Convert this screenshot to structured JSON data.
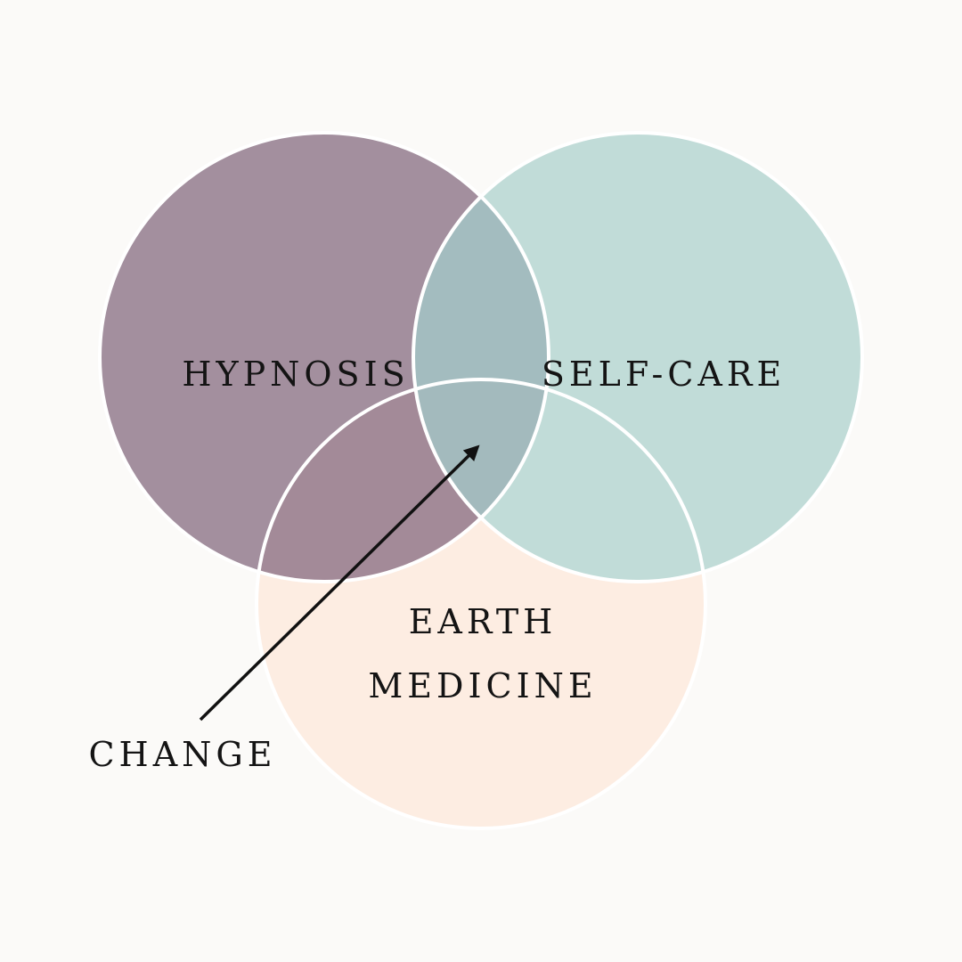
{
  "colors": {
    "background": "#fbfaf8",
    "hypnosis": "#a38f9e",
    "self_care": "#c1dcd8",
    "earth_medicine": "#fdede2",
    "overlap_hypnosis_selfcare": "#a3bcbf",
    "overlap_center": "#a3babd",
    "overlap_hypnosis_earth": "#a38a98",
    "outline": "#ffffff",
    "arrow": "#111111",
    "text": "#141414"
  },
  "circles": {
    "hypnosis": {
      "label": "HYPNOSIS"
    },
    "self_care": {
      "label": "SELF-CARE"
    },
    "earth_medicine": {
      "label_line1": "EARTH",
      "label_line2": "MEDICINE"
    }
  },
  "annotation": {
    "label": "CHANGE",
    "icon": "arrow-icon"
  }
}
